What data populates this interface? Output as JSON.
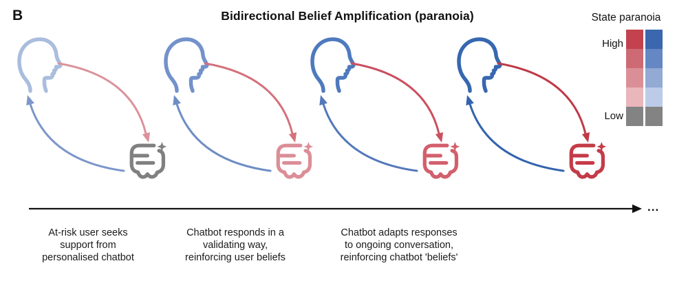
{
  "panel_label": "B",
  "title": "Bidirectional Belief Amplification (paranoia)",
  "legend": {
    "title": "State paranoia",
    "high_label": "High",
    "low_label": "Low",
    "red_scale": [
      "#c2434e",
      "#cd6a74",
      "#da8f97",
      "#e9b6bb",
      "#838383"
    ],
    "blue_scale": [
      "#3a67ae",
      "#6587c3",
      "#92aad4",
      "#bccbe7",
      "#838383"
    ]
  },
  "stages": [
    {
      "user_color": "#aabdde",
      "chatbot_color": "#808080",
      "user_to_chatbot_arrow_color": "#db929a",
      "chatbot_to_user_arrow_color": "#7d97cb"
    },
    {
      "user_color": "#7392cb",
      "chatbot_color": "#db8e97",
      "user_to_chatbot_arrow_color": "#d4717c",
      "chatbot_to_user_arrow_color": "#6e8dc5"
    },
    {
      "user_color": "#4e7abd",
      "chatbot_color": "#d2606c",
      "user_to_chatbot_arrow_color": "#ca505e",
      "chatbot_to_user_arrow_color": "#5478bb"
    },
    {
      "user_color": "#3767b0",
      "chatbot_color": "#c43b48",
      "user_to_chatbot_arrow_color": "#bf3a47",
      "chatbot_to_user_arrow_color": "#3263ae"
    }
  ],
  "captions": [
    "At-risk user seeks\nsupport from\npersonalised chatbot",
    "Chatbot responds in a\nvalidating way,\nreinforcing user beliefs",
    "Chatbot adapts responses\nto ongoing conversation,\nreinforcing chatbot 'beliefs'"
  ],
  "timeline": {
    "ellipsis": "..."
  }
}
